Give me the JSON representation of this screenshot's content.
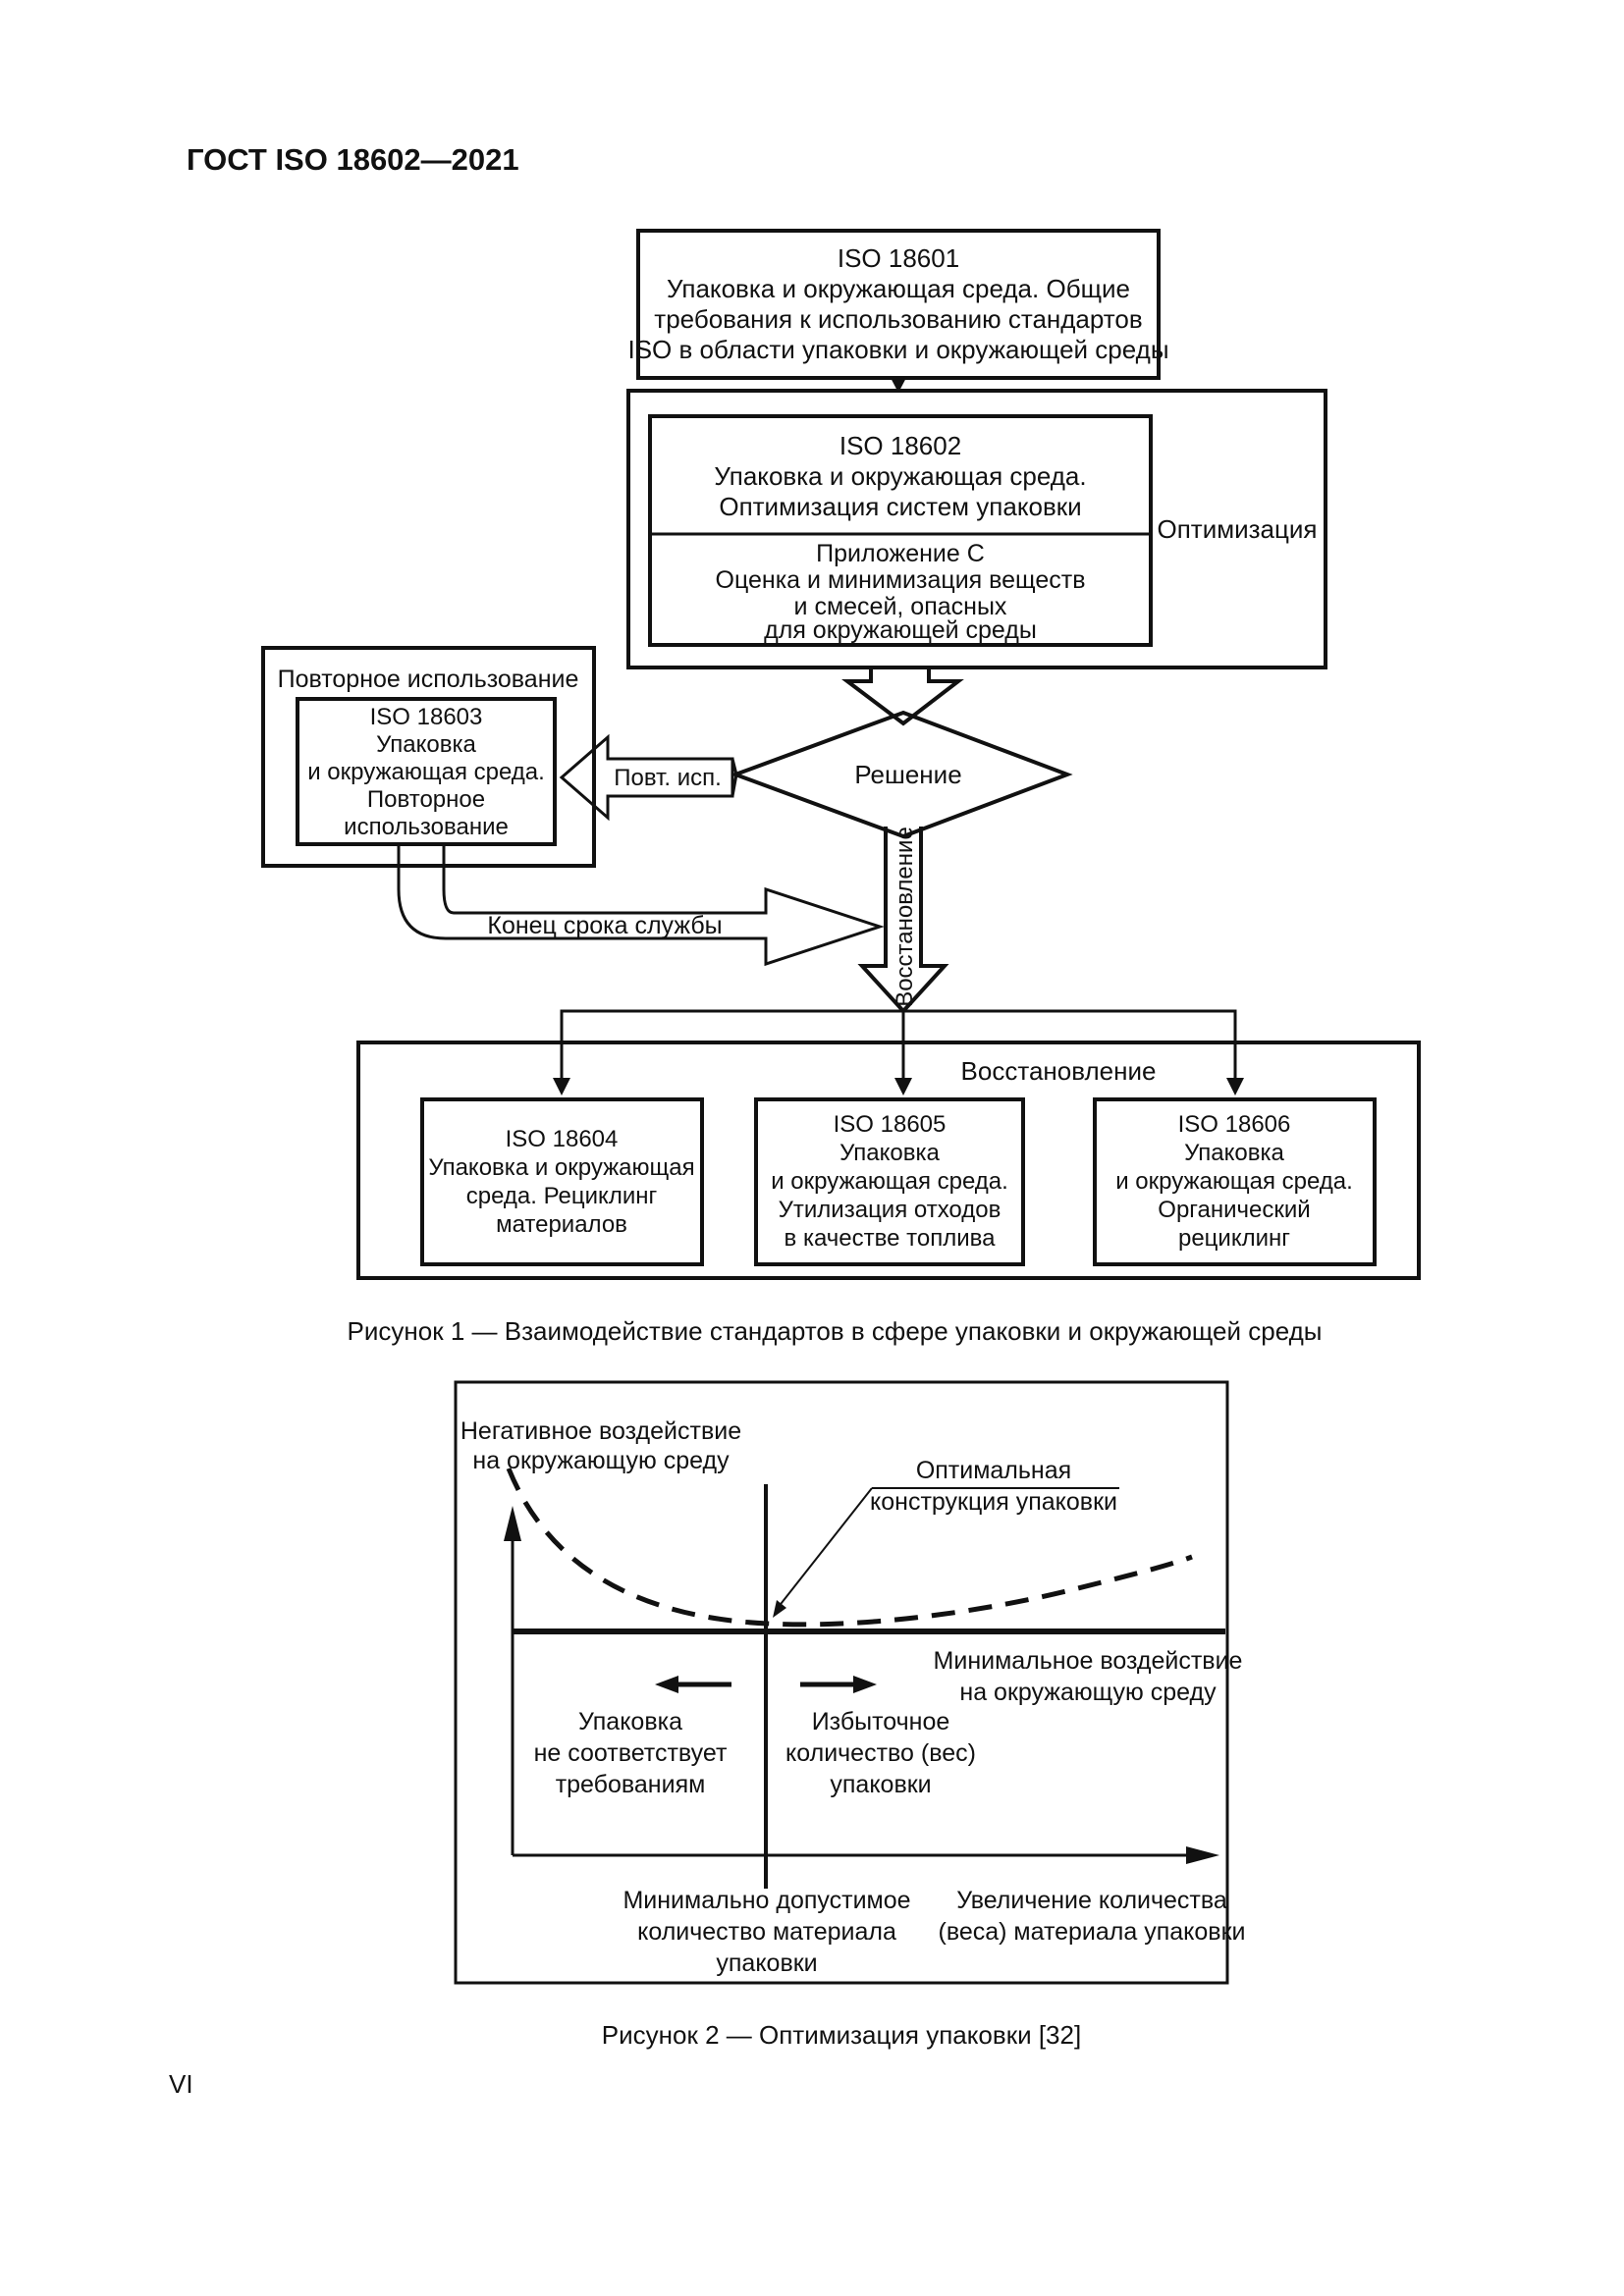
{
  "page": {
    "header": "ГОСТ ISO 18602—2021",
    "number": "VI"
  },
  "colors": {
    "ink": "#111111",
    "paper": "#ffffff"
  },
  "fig1": {
    "caption": "Рисунок 1 — Взаимодействие стандартов в сфере упаковки и окружающей среды",
    "iso18601": [
      "ISO 18601",
      "Упаковка и окружающая среда. Общие",
      "требования к использованию стандартов",
      "ISO в области упаковки и окружающей среды"
    ],
    "optimization": "Оптимизация",
    "iso18602": [
      "ISO 18602",
      "Упаковка и окружающая среда.",
      "Оптимизация систем упаковки"
    ],
    "annex_c": [
      "Приложение С",
      "Оценка и минимизация веществ",
      "и смесей, опасных",
      "для окружающей среды"
    ],
    "reuse": "Повторное использование",
    "iso18603": [
      "ISO 18603",
      "Упаковка",
      "и окружающая среда.",
      "Повторное",
      "использование"
    ],
    "decision": "Решение",
    "reuse_short": "Повт. исп.",
    "end_of_life": "Конец срока службы",
    "recovery_flow": "Восстановление",
    "recovery": "Восстановление",
    "iso18604": [
      "ISO 18604",
      "Упаковка и окружающая",
      "среда. Рециклинг",
      "материалов"
    ],
    "iso18605": [
      "ISO 18605",
      "Упаковка",
      "и окружающая среда.",
      "Утилизация отходов",
      "в качестве топлива"
    ],
    "iso18606": [
      "ISO 18606",
      "Упаковка",
      "и окружающая среда.",
      "Органический",
      "рециклинг"
    ]
  },
  "fig2": {
    "caption": "Рисунок 2 — Оптимизация упаковки [32]",
    "y_axis": [
      "Негативное воздействие",
      "на окружающую среду"
    ],
    "optimal": [
      "Оптимальная",
      "конструкция упаковки"
    ],
    "min_impact": [
      "Минимальное воздействие",
      "на окружающую среду"
    ],
    "left_zone": [
      "Упаковка",
      "не соответствует",
      "требованиям"
    ],
    "right_zone": [
      "Избыточное",
      "количество (вес)",
      "упаковки"
    ],
    "x_min": [
      "Минимально допустимое",
      "количество материала",
      "упаковки"
    ],
    "x_increase": [
      "Увеличение количества",
      "(веса) материала упаковки"
    ]
  }
}
